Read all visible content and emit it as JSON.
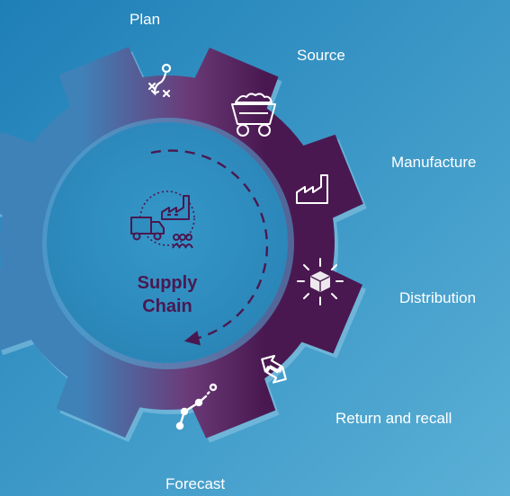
{
  "center": {
    "line1": "Supply",
    "line2": "Chain"
  },
  "stages": [
    {
      "label": "Plan",
      "icon": "strategy-play-icon"
    },
    {
      "label": "Source",
      "icon": "mine-cart-icon"
    },
    {
      "label": "Manufacture",
      "icon": "factory-icon"
    },
    {
      "label": "Distribution",
      "icon": "box-distribution-icon"
    },
    {
      "label": "Return and recall",
      "icon": "return-arrows-icon"
    },
    {
      "label": "Forecast",
      "icon": "trend-line-icon"
    }
  ],
  "colors": {
    "background_start": "#1e7fb7",
    "background_end": "#5ab0d6",
    "gear_blue": "#3f82b8",
    "gear_purple": "#4a1850",
    "hub": "#2f8dbf",
    "title": "#4a1850"
  }
}
